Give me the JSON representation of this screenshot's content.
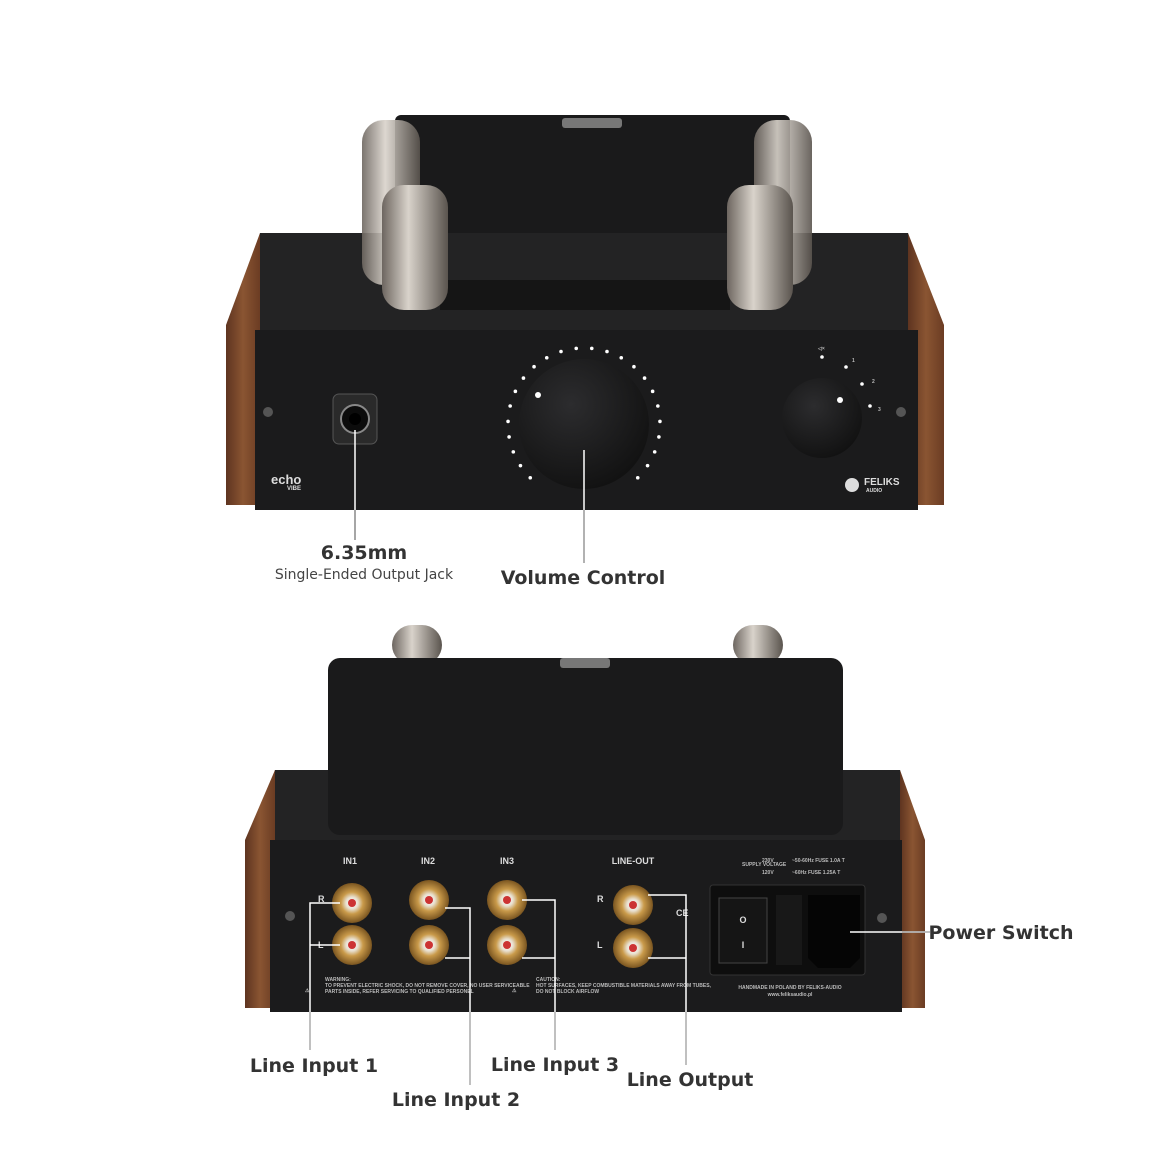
{
  "front": {
    "brand_left": "echo",
    "brand_left_sub": "VIBE",
    "brand_right": "FELIKS",
    "brand_right_sub": "AUDIO",
    "selector_marks": [
      "1",
      "2",
      "3"
    ],
    "callouts": {
      "jack_title": "6.35mm",
      "jack_subtitle": "Single-Ended Output Jack",
      "volume": "Volume Control"
    }
  },
  "rear": {
    "inputs": [
      "IN1",
      "IN2",
      "IN3",
      "LINE-OUT"
    ],
    "channel_r": "R",
    "channel_l": "L",
    "supply_label": "SUPPLY VOLTAGE",
    "supply_230": "230V",
    "supply_230_spec": "~50-60Hz FUSE 1.0A T",
    "supply_120": "120V",
    "supply_120_spec": "~60Hz FUSE 1.25A T",
    "warning_title": "WARNING:",
    "warning_text1": "TO PREVENT ELECTRIC SHOCK, DO NOT REMOVE COVER, NO USER SERVICEABLE",
    "warning_text2": "PARTS INSIDE, REFER SERVICING TO QUALIFIED PERSONEL",
    "caution_title": "CAUTION:",
    "caution_text1": "HOT SURFACES, KEEP COMBUSTIBLE MATERIALS AWAY FROM TUBES,",
    "caution_text2": "DO NOT BLOCK AIRFLOW",
    "handmade": "HANDMADE IN POLAND BY FELIKS-AUDIO",
    "website": "www.feliksaudio.pl",
    "ce_mark": "CE",
    "switch_off": "O",
    "switch_on": "I",
    "callouts": {
      "line_input_1": "Line Input 1",
      "line_input_2": "Line Input 2",
      "line_input_3": "Line Input 3",
      "line_output": "Line Output",
      "power_switch": "Power Switch"
    }
  },
  "colors": {
    "chassis": "#1b1b1c",
    "wood": "#7a4a2c",
    "rca_gold": "#c99a4a",
    "callout_line": "#ffffff"
  }
}
